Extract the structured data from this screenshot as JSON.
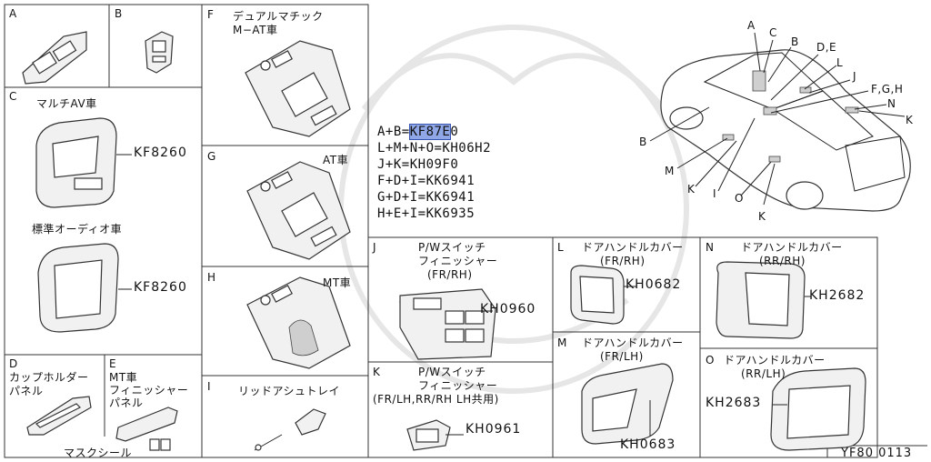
{
  "diagram_id": "YF80 0113",
  "cells": {
    "A": {
      "letter": "A"
    },
    "B": {
      "letter": "B"
    },
    "C": {
      "letter": "C",
      "title": "マルチAV車",
      "code": "KF8260",
      "sub_title": "標準オーディオ車",
      "sub_code": "KF8260"
    },
    "D": {
      "letter": "D",
      "title1": "カップホルダー",
      "title2": "パネル"
    },
    "E": {
      "letter": "E",
      "title1": "MT車",
      "title2": "フィニッシャー",
      "title3": "パネル"
    },
    "mask_seal": "マスクシール",
    "F": {
      "letter": "F",
      "title1": "デュアルマチック",
      "title2": "M−AT車"
    },
    "G": {
      "letter": "G",
      "title": "AT車"
    },
    "H": {
      "letter": "H",
      "title": "MT車"
    },
    "I": {
      "letter": "I",
      "title": "リッドアシュトレイ"
    },
    "J": {
      "letter": "J",
      "title1": "P/Wスイッチ",
      "title2": "フィニッシャー",
      "title3": "(FR/RH)",
      "code": "KH0960"
    },
    "K": {
      "letter": "K",
      "title1": "P/Wスイッチ",
      "title2": "フィニッシャー",
      "title3": "(FR/LH,RR/RH LH共用)",
      "code": "KH0961"
    },
    "L": {
      "letter": "L",
      "title1": "ドアハンドルカバー",
      "title2": "(FR/RH)",
      "code": "KH0682"
    },
    "M": {
      "letter": "M",
      "title1": "ドアハンドルカバー",
      "title2": "(FR/LH)",
      "code": "KH0683"
    },
    "N": {
      "letter": "N",
      "title1": "ドアハンドルカバー",
      "title2": "(RR/RH)",
      "code": "KH2682"
    },
    "O": {
      "letter": "O",
      "title1": "ドアハンドルカバー",
      "title2": "(RR/LH)",
      "code": "KH2683"
    }
  },
  "formulas": {
    "line1_prefix": "A+B=",
    "line1_highlight": "KF87E",
    "line1_suffix": "0",
    "line2": "L+M+N+O=KH06H2",
    "line3": "J+K=KH09F0",
    "line4": "F+D+I=KK6941",
    "line5": "G+D+I=KK6941",
    "line6": "H+E+I=KK6935"
  },
  "car_callouts": {
    "A": "A",
    "C": "C",
    "B_top": "B",
    "DE": "D,E",
    "L": "L",
    "J": "J",
    "FGH": "F,G,H",
    "N": "N",
    "K_right": "K",
    "B_left": "B",
    "M": "M",
    "K_bottom": "K",
    "I": "I",
    "O": "O",
    "K_low": "K"
  }
}
